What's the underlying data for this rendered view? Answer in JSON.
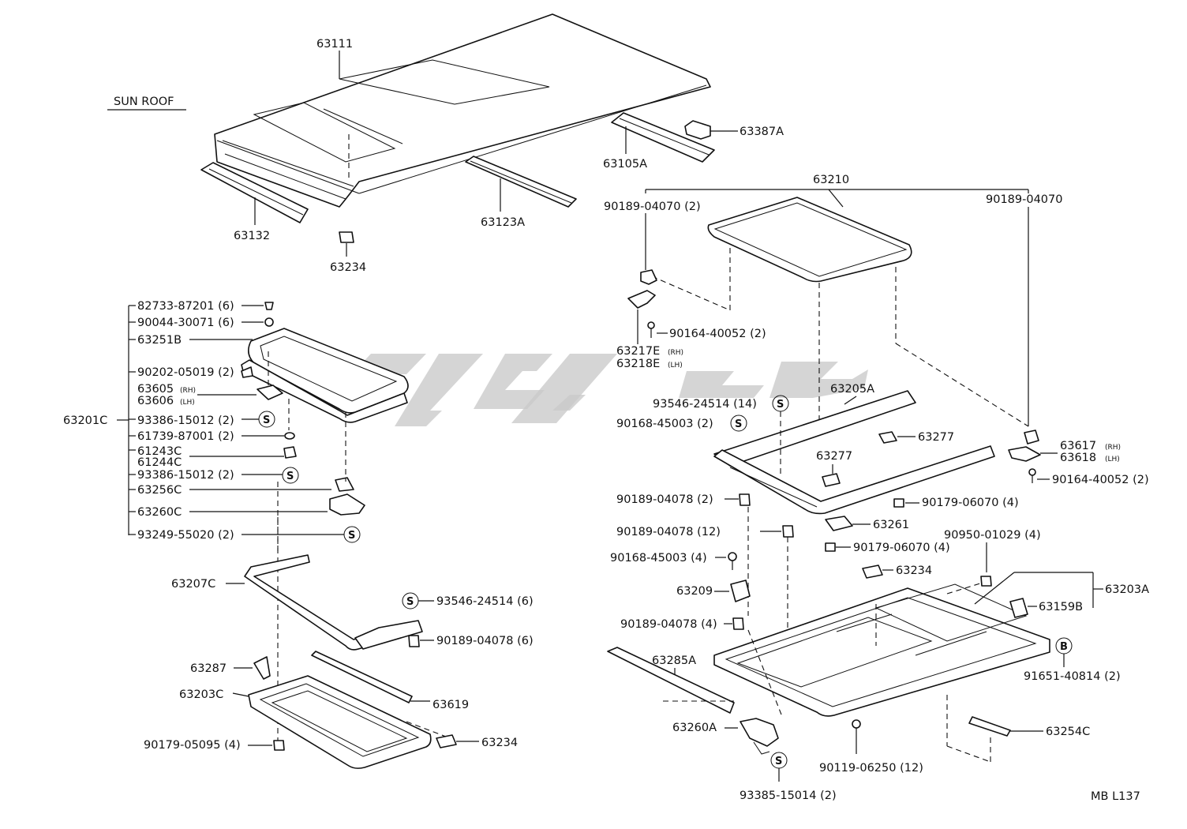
{
  "title": "SUN ROOF",
  "footer_code": "MB L137",
  "colors": {
    "lines": "#111111",
    "watermark": "#c9c9c9",
    "background": "#ffffff"
  },
  "labels": {
    "p63111": "63111",
    "p63387A": "63387A",
    "p63105A": "63105A",
    "p63132": "63132",
    "p63123A": "63123A",
    "p63234_top": "63234",
    "p63210": "63210",
    "p90189_04070_l": "90189-04070 (2)",
    "p90189_04070_r": "90189-04070",
    "p90164_40052_l": "90164-40052 (2)",
    "p63217E": "63217E",
    "p63217E_side": "(RH)",
    "p63218E": "63218E",
    "p63218E_side": "(LH)",
    "p63205A": "63205A",
    "p93546_24514_14": "93546-24514 (14)",
    "p90168_45003_2": "90168-45003 (2)",
    "p63277_a": "63277",
    "p63277_b": "63277",
    "p63617": "63617",
    "p63617_side": "(RH)",
    "p63618": "63618",
    "p63618_side": "(LH)",
    "p90164_40052_r": "90164-40052 (2)",
    "p90189_04078_2": "90189-04078 (2)",
    "p90179_06070_a": "90179-06070 (4)",
    "p90189_04078_12": "90189-04078 (12)",
    "p63261": "63261",
    "p90179_06070_b": "90179-06070 (4)",
    "p90950_01029": "90950-01029 (4)",
    "p90168_45003_4": "90168-45003 (4)",
    "p63234_mid": "63234",
    "p63209": "63209",
    "p63203A": "63203A",
    "p63159B": "63159B",
    "p90189_04078_4": "90189-04078 (4)",
    "p91651_40814": "91651-40814 (2)",
    "p63285A": "63285A",
    "p63260A": "63260A",
    "p90119_06250": "90119-06250 (12)",
    "p63254C": "63254C",
    "p93385_15014": "93385-15014 (2)",
    "p82733_87201": "82733-87201 (6)",
    "p90044_30071": "90044-30071 (6)",
    "p63251B": "63251B",
    "p90202_05019": "90202-05019 (2)",
    "p63605": "63605",
    "p63605_side": "(RH)",
    "p63606": "63606",
    "p63606_side": "(LH)",
    "p63201C": "63201C",
    "p93386_15012_a": "93386-15012 (2)",
    "p61739_87001": "61739-87001 (2)",
    "p61243C": "61243C",
    "p61244C": "61244C",
    "p93386_15012_b": "93386-15012 (2)",
    "p63256C": "63256C",
    "p63260C": "63260C",
    "p93249_55020": "93249-55020 (2)",
    "p63207C": "63207C",
    "p93546_24514_6": "93546-24514 (6)",
    "p90189_04078_6": "90189-04078 (6)",
    "p63287": "63287",
    "p63619": "63619",
    "p63203C": "63203C",
    "p63234_low": "63234",
    "p90179_05095": "90179-05095 (4)",
    "S": "S",
    "B": "B"
  }
}
